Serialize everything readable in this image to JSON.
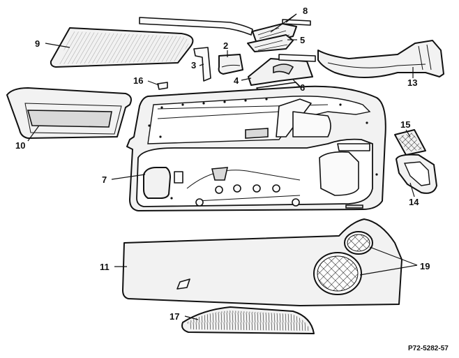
{
  "callouts": [
    "2",
    "3",
    "4",
    "5",
    "6",
    "7",
    "8",
    "9",
    "10",
    "11",
    "13",
    "14",
    "15",
    "16",
    "17",
    "19"
  ],
  "reference_code": "P72-5282-57"
}
